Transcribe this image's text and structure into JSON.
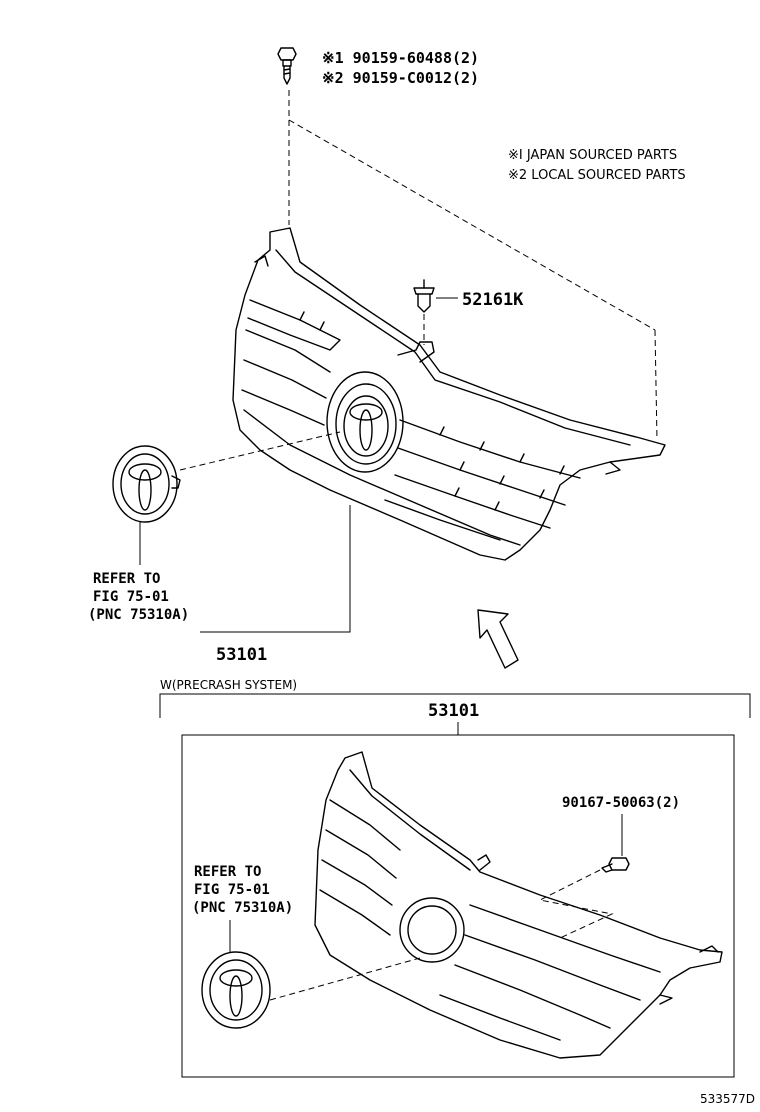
{
  "top": {
    "bolt_part_1": "※1 90159-60488(2)",
    "bolt_part_2": "※2 90159-C0012(2)",
    "note_1": "※I JAPAN SOURCED PARTS",
    "note_2": "※2 LOCAL SOURCED PARTS",
    "clip_part": "52161K",
    "refer_line_1": "REFER TO",
    "refer_line_2": "FIG 75-01",
    "refer_line_3": "(PNC 75310A)",
    "grille_part": "53101"
  },
  "bottom": {
    "variant_label": "W(PRECRASH SYSTEM)",
    "grille_part": "53101",
    "bolt_part": "90167-50063(2)",
    "refer_line_1": "REFER TO",
    "refer_line_2": "FIG 75-01",
    "refer_line_3": "(PNC 75310A)"
  },
  "footer": {
    "drawing_id": "533577D"
  }
}
